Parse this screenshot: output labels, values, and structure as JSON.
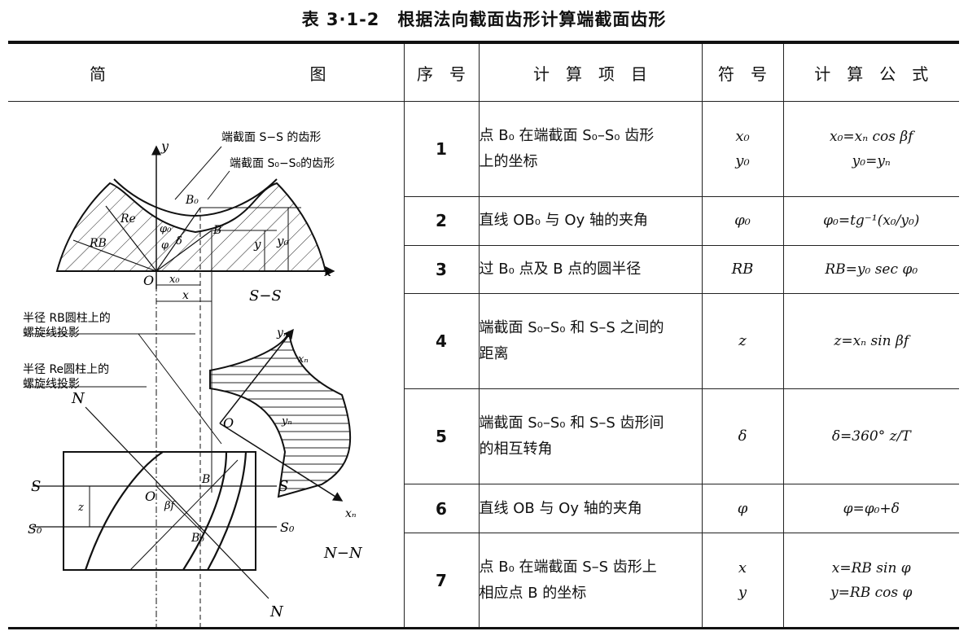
{
  "title": "表 3·1-2　根据法向截面齿形计算端截面齿形",
  "headers": {
    "diagram_left": "简",
    "diagram_right": "图",
    "seq": "序　号",
    "item": "计　算　项　目",
    "symbol": "符　号",
    "formula": "计　算　公　式"
  },
  "rows": [
    {
      "n": "1",
      "item": "点 B₀ 在端截面 S₀–S₀ 齿形上的坐标",
      "symbol": [
        "x₀",
        "y₀"
      ],
      "formula": [
        "x₀=xₙ cos βf",
        "y₀=yₙ"
      ]
    },
    {
      "n": "2",
      "item": "直线 OB₀ 与 Oy 轴的夹角",
      "symbol": [
        "φ₀"
      ],
      "formula": [
        "φ₀=tg⁻¹(x₀/y₀)"
      ]
    },
    {
      "n": "3",
      "item": "过 B₀ 点及 B 点的圆半径",
      "symbol": [
        "RB"
      ],
      "formula": [
        "RB=y₀ sec φ₀"
      ]
    },
    {
      "n": "4",
      "item": "端截面 S₀–S₀ 和 S–S 之间的距离",
      "symbol": [
        "z"
      ],
      "formula": [
        "z=xₙ sin βf"
      ]
    },
    {
      "n": "5",
      "item": "端截面 S₀–S₀ 和 S–S 齿形间的相互转角",
      "symbol": [
        "δ"
      ],
      "formula": [
        "δ=360° z/T"
      ]
    },
    {
      "n": "6",
      "item": "直线 OB 与 Oy 轴的夹角",
      "symbol": [
        "φ"
      ],
      "formula": [
        "φ=φ₀+δ"
      ]
    },
    {
      "n": "7",
      "item": "点 B₀ 在端截面 S–S 齿形上相应点 B 的坐标",
      "symbol": [
        "x",
        "y"
      ],
      "formula": [
        "x=RB sin φ",
        "y=RB cos φ"
      ]
    }
  ],
  "diagram": {
    "label_ss_profile": "端截面 S−S 的齿形",
    "label_s0s0_profile": "端截面 S₀−S₀的齿形",
    "label_rb_helix_1": "半径 RB圆柱上的",
    "label_rb_helix_2": "螺旋线投影",
    "label_re_helix_1": "半径 Re圆柱上的",
    "label_re_helix_2": "螺旋线投影",
    "section_ss": "S−S",
    "section_nn": "N−N",
    "axis_y": "y",
    "axis_x": "x",
    "axis_yn": "yₙ",
    "axis_xn": "xₙ",
    "label_O": "O",
    "label_B0": "B₀",
    "label_B": "B",
    "label_Re": "Re",
    "label_RB": "RB",
    "label_phi0": "φ₀",
    "label_phi": "φ",
    "label_delta": "δ",
    "label_y": "y",
    "label_y0": "y₀",
    "label_x0": "x₀",
    "label_x": "x",
    "label_S": "S",
    "label_S0": "S₀",
    "label_N": "N",
    "label_z": "z",
    "label_beta": "βf",
    "label_xn_dim": "xₙ",
    "label_yn_dim": "yₙ"
  }
}
